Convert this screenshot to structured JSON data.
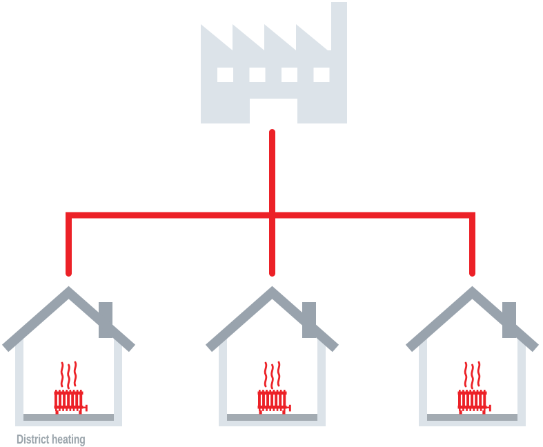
{
  "caption": {
    "label": "District heating"
  },
  "colors": {
    "pipe_red": "#ec2127",
    "building_light": "#dce3e9",
    "roof_gray": "#99a3ad",
    "floor_gray": "#a3abb2",
    "label_gray": "#9aa4ab",
    "background": "#ffffff"
  },
  "diagram": {
    "type": "schematic",
    "description": "Heating plant connected by red pipes to three houses, each containing a steaming radiator",
    "plant": {
      "icon": "factory-icon",
      "windows": 4,
      "chimneys": 1
    },
    "pipes": {
      "style": "right-angle",
      "branches": 3
    },
    "houses": [
      {
        "id": "house-1",
        "icon": "house-icon",
        "radiator": "radiator-icon",
        "steam": true
      },
      {
        "id": "house-2",
        "icon": "house-icon",
        "radiator": "radiator-icon",
        "steam": true
      },
      {
        "id": "house-3",
        "icon": "house-icon",
        "radiator": "radiator-icon",
        "steam": true
      }
    ]
  }
}
